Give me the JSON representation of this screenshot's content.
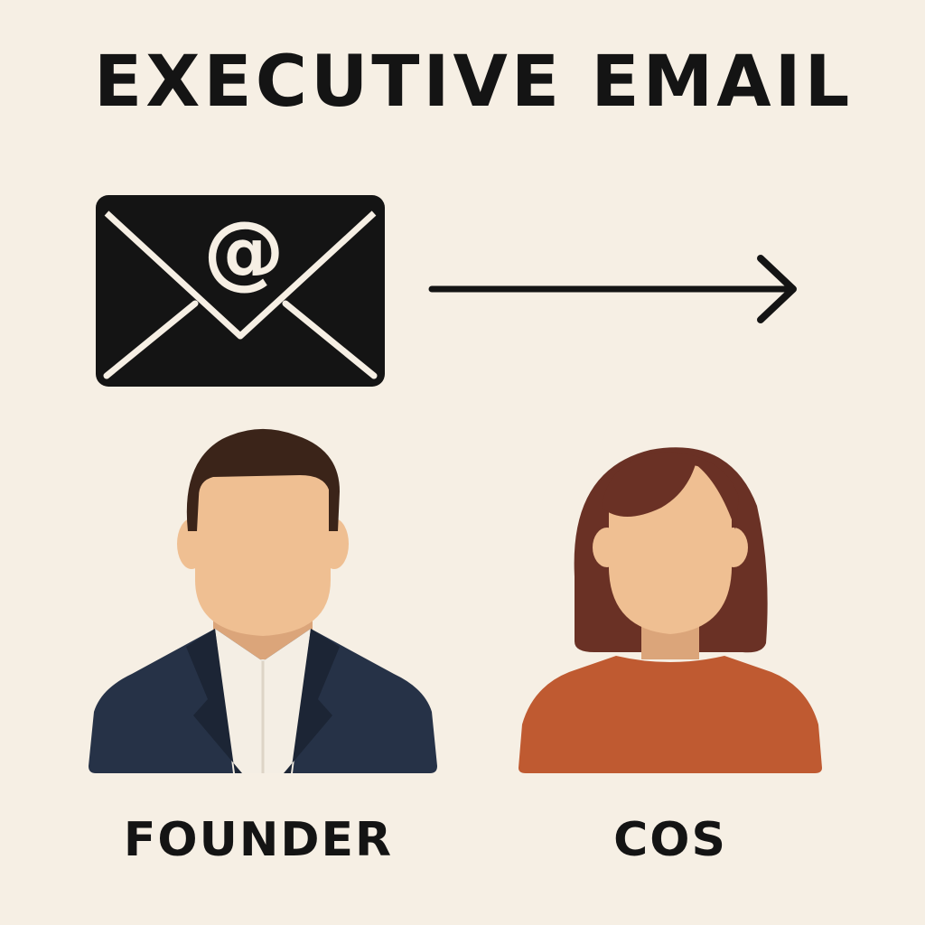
{
  "title": "EXECUTIVE EMAIL",
  "email_icon": {
    "icon": "envelope-icon",
    "symbol": "@"
  },
  "arrow_icon": "arrow-right-icon",
  "people": {
    "founder": {
      "icon": "founder-avatar-icon",
      "label": "FOUNDER"
    },
    "cos": {
      "icon": "cos-avatar-icon",
      "label": "COS"
    }
  },
  "colors": {
    "background": "#f6efe4",
    "ink": "#141414",
    "skin": "#efbf92",
    "skin_shade": "#dba57a",
    "founder_hair": "#3b2419",
    "founder_suit": "#263247",
    "founder_shirt": "#f4eee4",
    "cos_hair": "#6a3125",
    "cos_top": "#bf5a31"
  }
}
